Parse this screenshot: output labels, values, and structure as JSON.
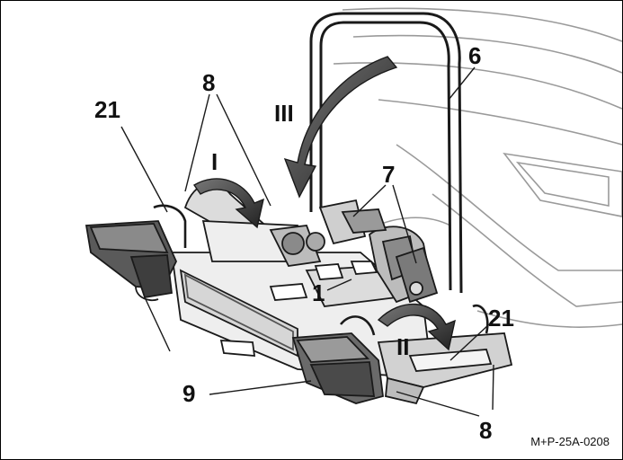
{
  "callouts": {
    "c1": "1",
    "c6": "6",
    "c7": "7",
    "c8_top": "8",
    "c8_bottom": "8",
    "c9": "9",
    "c21_left": "21",
    "c21_right": "21"
  },
  "steps": {
    "s1": "I",
    "s2": "II",
    "s3": "III"
  },
  "figure_ref": "M+P-25A-0208",
  "colors": {
    "line": "#1a1a1a",
    "light_line": "#9a9a9a",
    "fill_dark": "#5a5a5a",
    "fill_mid": "#bcbcbc",
    "fill_light": "#eeeeee",
    "arrow": "#333333"
  }
}
